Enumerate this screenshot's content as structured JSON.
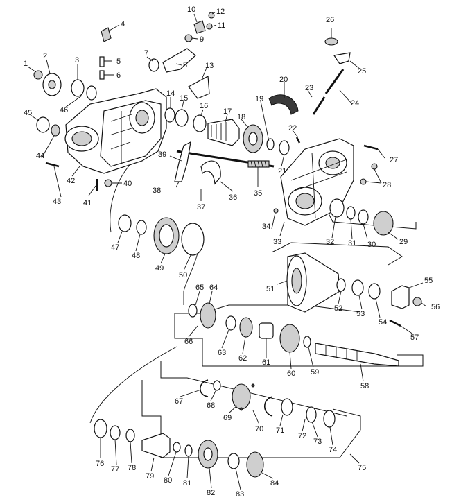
{
  "diagram": {
    "callout_labels": [
      "1",
      "2",
      "3",
      "4",
      "5",
      "6",
      "7",
      "8",
      "9",
      "10",
      "11",
      "12",
      "13",
      "14",
      "15",
      "16",
      "17",
      "18",
      "19",
      "20",
      "21",
      "22",
      "23",
      "24",
      "25",
      "26",
      "27",
      "28",
      "29",
      "30",
      "31",
      "32",
      "33",
      "34",
      "35",
      "36",
      "37",
      "38",
      "39",
      "40",
      "41",
      "42",
      "43",
      "44",
      "45",
      "46",
      "47",
      "48",
      "49",
      "50",
      "51",
      "52",
      "53",
      "54",
      "55",
      "56",
      "57",
      "58",
      "59",
      "60",
      "61",
      "62",
      "63",
      "64",
      "65",
      "66",
      "67",
      "68",
      "69",
      "70",
      "71",
      "72",
      "73",
      "74",
      "75",
      "76",
      "77",
      "78",
      "79",
      "80",
      "81",
      "82",
      "83",
      "84"
    ]
  }
}
